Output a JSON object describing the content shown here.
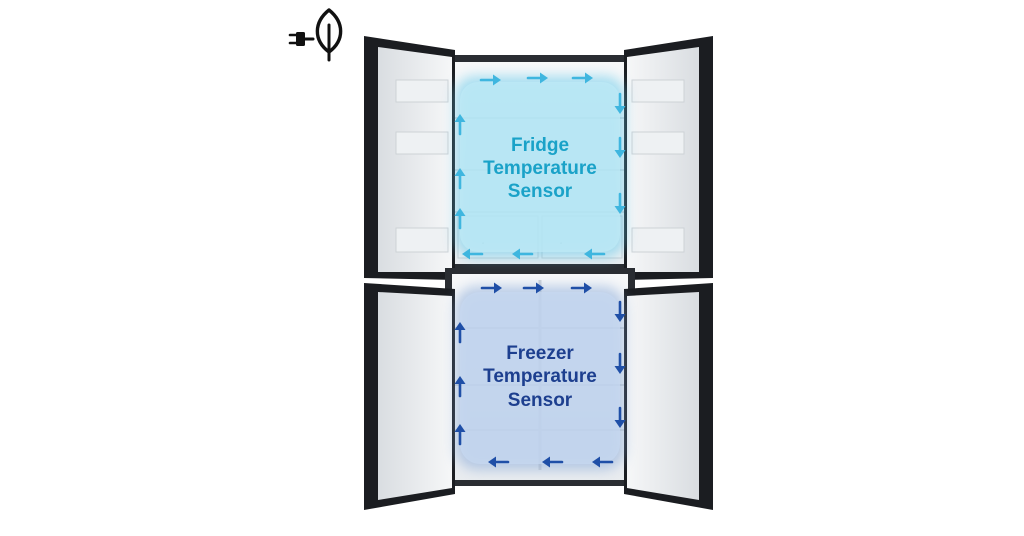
{
  "colors": {
    "background": "#ffffff",
    "cabinet_frame": "#1b1d21",
    "interior": "#f1f3f5",
    "door_panel": "#e8ebee",
    "fridge_zone_fill": "#bfe9f6",
    "fridge_zone_glow": "#63c9ea",
    "fridge_arrows": "#3fb6df",
    "fridge_label": "#1aa2c8",
    "freezer_zone_fill": "#c7d8f0",
    "freezer_zone_glow": "#7fa3d6",
    "freezer_arrows": "#1f4fa7",
    "freezer_label": "#1d3f8f",
    "eco_icon": "#111111"
  },
  "icon": {
    "eco_plug": "plug-leaf-icon"
  },
  "fridge_zone": {
    "label_lines": [
      "Fridge",
      "Temperature",
      "Sensor"
    ]
  },
  "freezer_zone": {
    "label_lines": [
      "Freezer",
      "Temperature",
      "Sensor"
    ]
  }
}
